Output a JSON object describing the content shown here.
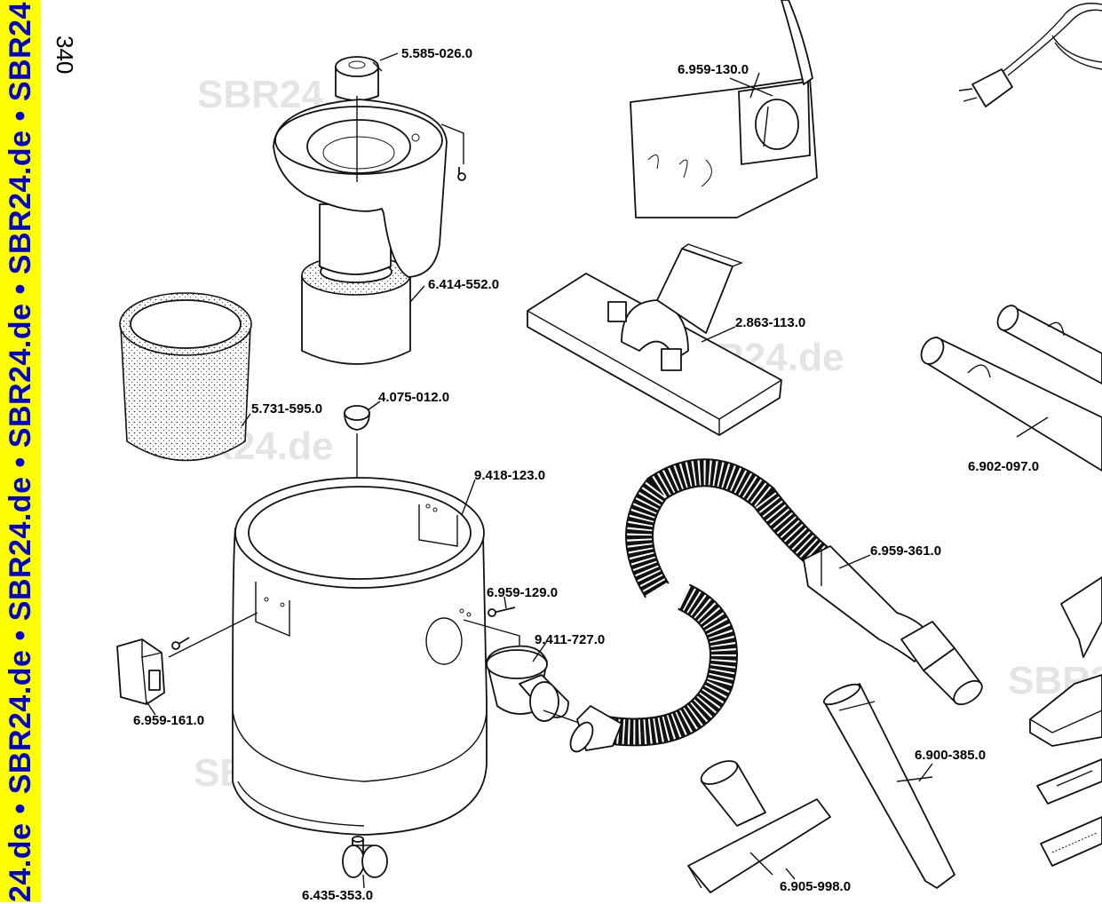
{
  "sidebar": {
    "text": "24.de • SBR24.de • SBR24.de • SBR24.de • SBR24.de • SBR24.de • SBR2"
  },
  "page_number": "340",
  "watermarks": [
    "SBR24.de",
    "SBR24.de",
    "SBR24.de",
    "SBR24.de",
    "SBR2"
  ],
  "parts": [
    {
      "id": "5.585-026.0",
      "name": "filter-cap"
    },
    {
      "id": "6.414-552.0",
      "name": "cartridge-filter"
    },
    {
      "id": "5.731-595.0",
      "name": "foam-filter"
    },
    {
      "id": "4.075-012.0",
      "name": "float-ball"
    },
    {
      "id": "9.418-123.0",
      "name": "container"
    },
    {
      "id": "6.959-129.0",
      "name": "screw"
    },
    {
      "id": "9.411-727.0",
      "name": "hose-inlet-connector"
    },
    {
      "id": "6.959-161.0",
      "name": "latch-clip"
    },
    {
      "id": "6.435-353.0",
      "name": "caster-wheel"
    },
    {
      "id": "6.959-130.0",
      "name": "filter-bag"
    },
    {
      "id": "2.863-113.0",
      "name": "floor-nozzle"
    },
    {
      "id": "6.902-097.0",
      "name": "extension-tubes"
    },
    {
      "id": "6.959-361.0",
      "name": "suction-hose"
    },
    {
      "id": "6.900-385.0",
      "name": "crevice-nozzle"
    },
    {
      "id": "6.905-998.0",
      "name": "upholstery-nozzle"
    }
  ]
}
